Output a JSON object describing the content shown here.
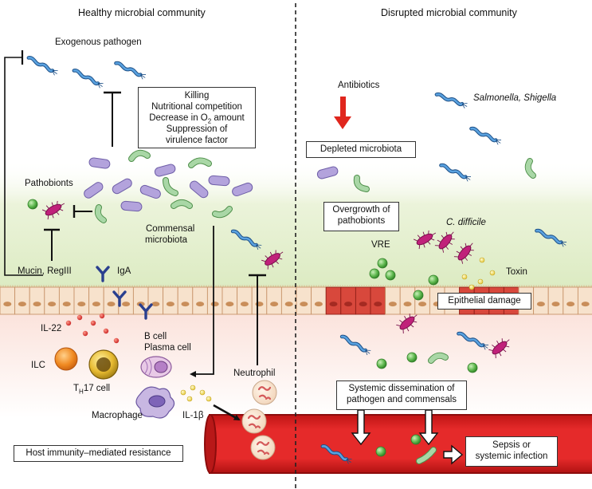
{
  "headers": {
    "healthy": "Healthy microbial community",
    "disrupted": "Disrupted microbial community"
  },
  "left": {
    "exogenous_pathogen": "Exogenous pathogen",
    "mechanisms": [
      "Killing",
      "Nutritional competition",
      "Decrease in O",
      "2",
      " amount",
      "Suppression of",
      "virulence factor"
    ],
    "pathobionts": "Pathobionts",
    "commensal": [
      "Commensal",
      "microbiota"
    ],
    "mucin": "Mucin, RegIII",
    "iga": "IgA",
    "il22": "IL-22",
    "ilc": "ILC",
    "th17_prefix": "T",
    "th17_sub": "H",
    "th17_suffix": "17 cell",
    "bcell": [
      "B cell",
      "Plasma cell"
    ],
    "macrophage": "Macrophage",
    "il1b": "IL-1β",
    "neutrophil": "Neutrophil",
    "host_immunity": "Host immunity–mediated resistance"
  },
  "right": {
    "antibiotics": "Antibiotics",
    "salmonella": "Salmonella, Shigella",
    "depleted": "Depleted microbiota",
    "overgrowth": [
      "Overgrowth of",
      "pathobionts"
    ],
    "cdifficile": "C. difficile",
    "vre": "VRE",
    "toxin": "Toxin",
    "epithelial_damage": "Epithelial damage",
    "systemic": [
      "Systemic dissemination of",
      "pathogen and commensals"
    ],
    "sepsis": [
      "Sepsis or",
      "systemic infection"
    ]
  },
  "colors": {
    "cell_body": "#f7e2cc",
    "cell_border": "#c8946a",
    "cell_nucleus": "#c98e5a",
    "damaged_cell": "#d8483c",
    "vessel": "#d41f1f",
    "antibiotic_arrow": "#e0261d",
    "blue_bacteria": "#3f86c9",
    "purple_bacteria": "#b3a3dc",
    "green_bacteria": "#a9d7a6",
    "pathobiont": "#c0217a",
    "green_dot": "#58b44a"
  }
}
